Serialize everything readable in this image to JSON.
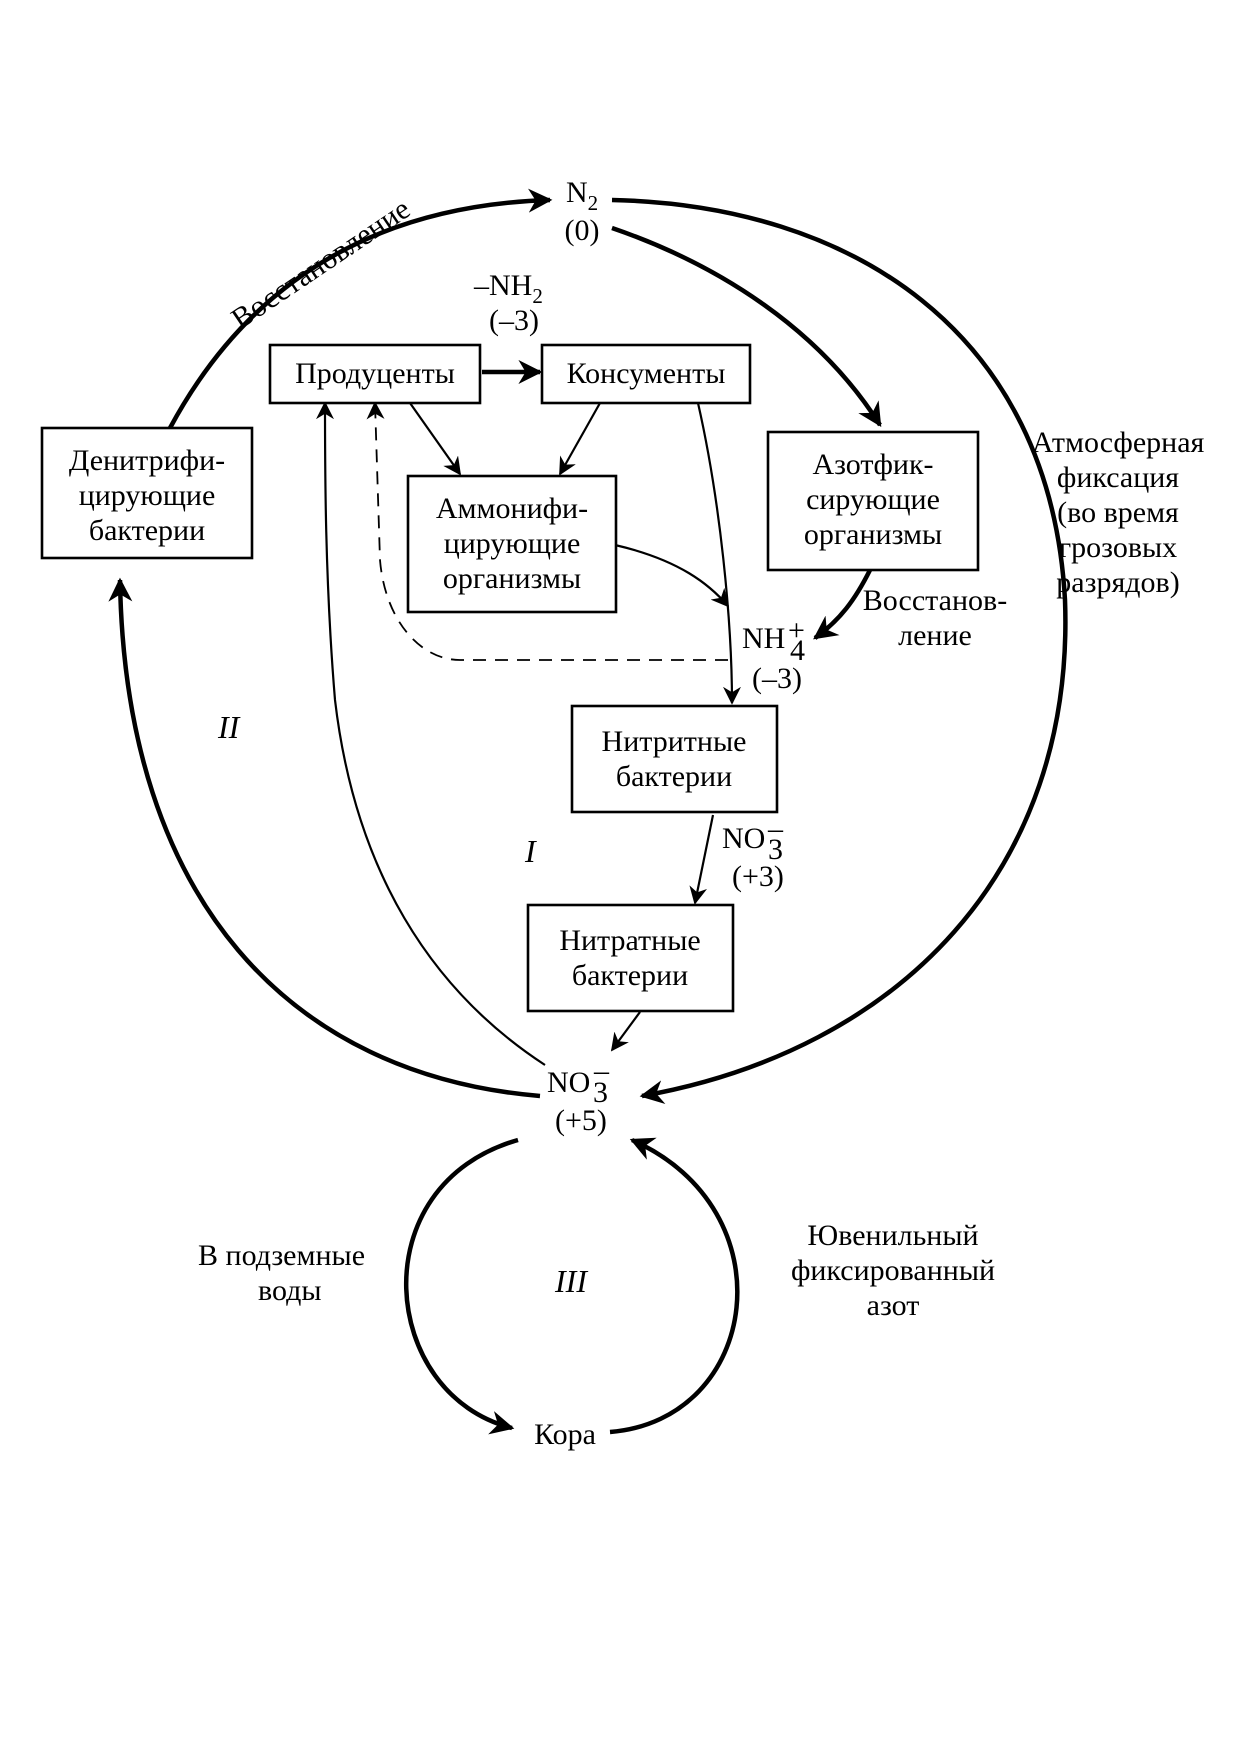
{
  "nodes": {
    "n2": {
      "formula": "N",
      "sub": "2",
      "ox": "(0)"
    },
    "nh2": {
      "formula": "–NH",
      "sub": "2",
      "ox": "(–3)"
    },
    "nh4": {
      "formula": "NH",
      "sub": "4",
      "sup": "+",
      "ox": "(–3)"
    },
    "no2": {
      "formula": "NO",
      "sub": "3",
      "sup": "–",
      "ox": "(+3)"
    },
    "no3": {
      "formula": "NO",
      "sub": "3",
      "sup": "–",
      "ox": "(+5)"
    },
    "crust": "Кора"
  },
  "boxes": {
    "producers": [
      "Продуценты"
    ],
    "consumers": [
      "Консументы"
    ],
    "denitrifying": [
      "Денитрифи-",
      "цирующие",
      "бактерии"
    ],
    "ammonifying": [
      "Аммонифи-",
      "цирующие",
      "организмы"
    ],
    "nitrogen_fixing": [
      "Азотфик-",
      "сирующие",
      "организмы"
    ],
    "nitrite_bacteria": [
      "Нитритные",
      "бактерии"
    ],
    "nitrate_bacteria": [
      "Нитратные",
      "бактерии"
    ]
  },
  "labels": {
    "reduction_top": "Восстановление",
    "reduction_side": [
      "Восстанов-",
      "ление"
    ],
    "atmospheric": [
      "Атмосферная",
      "фиксация",
      "(во время",
      "грозовых",
      "разрядов)"
    ],
    "groundwater": [
      "В подземные",
      "воды"
    ],
    "juvenile": [
      "Ювенильный",
      "фиксированный",
      "азот"
    ]
  },
  "cycles": {
    "c1": "I",
    "c2": "II",
    "c3": "III"
  }
}
